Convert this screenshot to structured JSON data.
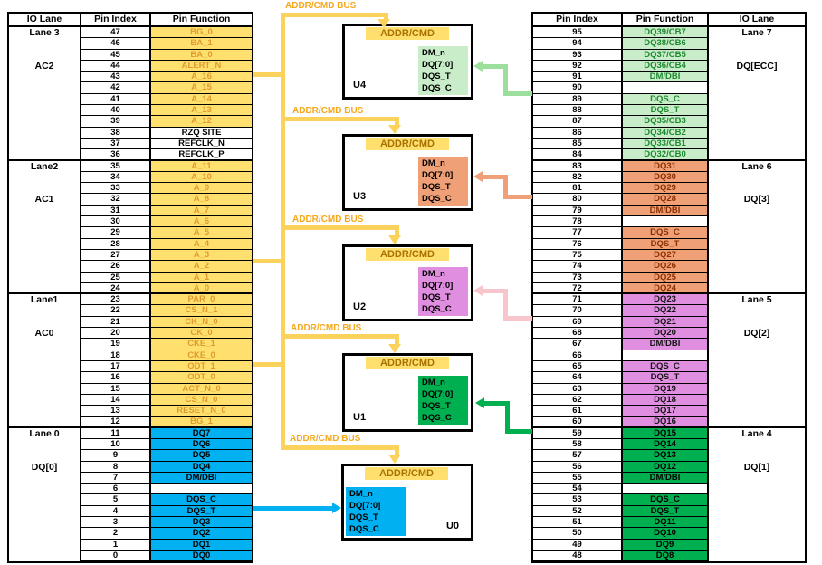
{
  "palette": {
    "addr_fill": "#ffe06e",
    "addr_text": "#de9c2e",
    "bus_line": "#fbd35c",
    "bus_text": "#f6a81c",
    "dq0": "#00b0f0",
    "ecc_fill": "#c8edc8",
    "ecc_text": "#1d8a31",
    "dq3_fill": "#f0a077",
    "dq3_text": "#8c3000",
    "dq2_fill": "#e08ee0",
    "dq1_fill": "#00b050",
    "lightgreen_arrow": "#9cde9c",
    "salmon_arrow": "#f0a077",
    "pink_arrow": "#f9c5cd",
    "green_arrow": "#00b050",
    "blue_arrow": "#00b0f0"
  },
  "bus": {
    "label": "ADDR/CMD BUS"
  },
  "chip_port_label": "ADDR/CMD",
  "left_table": {
    "headers": [
      "IO Lane",
      "Pin Index",
      "Pin Function"
    ],
    "sections": [
      {
        "lane": "Lane 3",
        "group": "AC2",
        "rows": [
          [
            "47",
            "BG_0",
            "addr"
          ],
          [
            "46",
            "BA_1",
            "addr"
          ],
          [
            "45",
            "BA_0",
            "addr"
          ],
          [
            "44",
            "ALERT_N",
            "addr"
          ],
          [
            "43",
            "A_16",
            "addr"
          ],
          [
            "42",
            "A_15",
            "addr"
          ],
          [
            "41",
            "A_14",
            "addr"
          ],
          [
            "40",
            "A_13",
            "addr"
          ],
          [
            "39",
            "A_12",
            "addr"
          ],
          [
            "38",
            "RZQ SITE",
            "plain"
          ],
          [
            "37",
            "REFCLK_N",
            "plain"
          ],
          [
            "36",
            "REFCLK_P",
            "plain"
          ]
        ]
      },
      {
        "lane": "Lane2",
        "group": "AC1",
        "rows": [
          [
            "35",
            "A_11",
            "addr"
          ],
          [
            "34",
            "A_10",
            "addr"
          ],
          [
            "33",
            "A_9",
            "addr"
          ],
          [
            "32",
            "A_8",
            "addr"
          ],
          [
            "31",
            "A_7",
            "addr"
          ],
          [
            "30",
            "A_6",
            "addr"
          ],
          [
            "29",
            "A_5",
            "addr"
          ],
          [
            "28",
            "A_4",
            "addr"
          ],
          [
            "27",
            "A_3",
            "addr"
          ],
          [
            "26",
            "A_2",
            "addr"
          ],
          [
            "25",
            "A_1",
            "addr"
          ],
          [
            "24",
            "A_0",
            "addr"
          ]
        ]
      },
      {
        "lane": "Lane1",
        "group": "AC0",
        "rows": [
          [
            "23",
            "PAR_0",
            "addr"
          ],
          [
            "22",
            "CS_N_1",
            "addr"
          ],
          [
            "21",
            "CK_N_0",
            "addr"
          ],
          [
            "20",
            "CK_0",
            "addr"
          ],
          [
            "19",
            "CKE_1",
            "addr"
          ],
          [
            "18",
            "CKE_0",
            "addr"
          ],
          [
            "17",
            "ODT_1",
            "addr"
          ],
          [
            "16",
            "ODT_0",
            "addr"
          ],
          [
            "15",
            "ACT_N_0",
            "addr"
          ],
          [
            "14",
            "CS_N_0",
            "addr"
          ],
          [
            "13",
            "RESET_N_0",
            "addr"
          ],
          [
            "12",
            "BG_1",
            "addr"
          ]
        ]
      },
      {
        "lane": "Lane 0",
        "group": "DQ[0]",
        "rows": [
          [
            "11",
            "DQ7",
            "dq0"
          ],
          [
            "10",
            "DQ6",
            "dq0"
          ],
          [
            "9",
            "DQ5",
            "dq0"
          ],
          [
            "8",
            "DQ4",
            "dq0"
          ],
          [
            "7",
            "DM/DBI",
            "dq0"
          ],
          [
            "6",
            "",
            "blank"
          ],
          [
            "5",
            "DQS_C",
            "dq0"
          ],
          [
            "4",
            "DQS_T",
            "dq0"
          ],
          [
            "3",
            "DQ3",
            "dq0"
          ],
          [
            "2",
            "DQ2",
            "dq0"
          ],
          [
            "1",
            "DQ1",
            "dq0"
          ],
          [
            "0",
            "DQ0",
            "dq0"
          ]
        ]
      }
    ]
  },
  "right_table": {
    "headers": [
      "Pin Index",
      "Pin Function",
      "IO Lane"
    ],
    "sections": [
      {
        "lane": "Lane 7",
        "group": "DQ[ECC]",
        "rows": [
          [
            "95",
            "DQ39/CB7",
            "ecc"
          ],
          [
            "94",
            "DQ38/CB6",
            "ecc"
          ],
          [
            "93",
            "DQ37/CB5",
            "ecc"
          ],
          [
            "92",
            "DQ36/CB4",
            "ecc"
          ],
          [
            "91",
            "DM/DBI",
            "ecc"
          ],
          [
            "90",
            "",
            "blank"
          ],
          [
            "89",
            "DQS_C",
            "ecc"
          ],
          [
            "88",
            "DQS_T",
            "ecc"
          ],
          [
            "87",
            "DQ35/CB3",
            "ecc"
          ],
          [
            "86",
            "DQ34/CB2",
            "ecc"
          ],
          [
            "85",
            "DQ33/CB1",
            "ecc"
          ],
          [
            "84",
            "DQ32/CB0",
            "ecc"
          ]
        ]
      },
      {
        "lane": "Lane 6",
        "group": "DQ[3]",
        "rows": [
          [
            "83",
            "DQ31",
            "dq3"
          ],
          [
            "82",
            "DQ30",
            "dq3"
          ],
          [
            "81",
            "DQ29",
            "dq3"
          ],
          [
            "80",
            "DQ28",
            "dq3"
          ],
          [
            "79",
            "DM/DBI",
            "dq3"
          ],
          [
            "78",
            "",
            "blank"
          ],
          [
            "77",
            "DQS_C",
            "dq3"
          ],
          [
            "76",
            "DQS_T",
            "dq3"
          ],
          [
            "75",
            "DQ27",
            "dq3"
          ],
          [
            "74",
            "DQ26",
            "dq3"
          ],
          [
            "73",
            "DQ25",
            "dq3"
          ],
          [
            "72",
            "DQ24",
            "dq3"
          ]
        ]
      },
      {
        "lane": "Lane 5",
        "group": "DQ[2]",
        "rows": [
          [
            "71",
            "DQ23",
            "dq2"
          ],
          [
            "70",
            "DQ22",
            "dq2"
          ],
          [
            "69",
            "DQ21",
            "dq2"
          ],
          [
            "68",
            "DQ20",
            "dq2"
          ],
          [
            "67",
            "DM/DBI",
            "dq2"
          ],
          [
            "66",
            "",
            "blank"
          ],
          [
            "65",
            "DQS_C",
            "dq2"
          ],
          [
            "64",
            "DQS_T",
            "dq2"
          ],
          [
            "63",
            "DQ19",
            "dq2"
          ],
          [
            "62",
            "DQ18",
            "dq2"
          ],
          [
            "61",
            "DQ17",
            "dq2"
          ],
          [
            "60",
            "DQ16",
            "dq2"
          ]
        ]
      },
      {
        "lane": "Lane 4",
        "group": "DQ[1]",
        "rows": [
          [
            "59",
            "DQ15",
            "dq1"
          ],
          [
            "58",
            "DQ14",
            "dq1"
          ],
          [
            "57",
            "DQ13",
            "dq1"
          ],
          [
            "56",
            "DQ12",
            "dq1"
          ],
          [
            "55",
            "DM/DBI",
            "dq1"
          ],
          [
            "54",
            "",
            "blank"
          ],
          [
            "53",
            "DQS_C",
            "dq1"
          ],
          [
            "52",
            "DQS_T",
            "dq1"
          ],
          [
            "51",
            "DQ11",
            "dq1"
          ],
          [
            "50",
            "DQ10",
            "dq1"
          ],
          [
            "49",
            "DQ9",
            "dq1"
          ],
          [
            "48",
            "DQ8",
            "dq1"
          ]
        ]
      }
    ]
  },
  "chips": [
    {
      "name": "U4",
      "dq_class": "ecc",
      "signals": [
        "DM_n",
        "DQ[7:0]",
        "DQS_T",
        "DQS_C"
      ]
    },
    {
      "name": "U3",
      "dq_class": "dq3",
      "signals": [
        "DM_n",
        "DQ[7:0]",
        "DQS_T",
        "DQS_C"
      ]
    },
    {
      "name": "U2",
      "dq_class": "dq2",
      "signals": [
        "DM_n",
        "DQ[7:0]",
        "DQS_T",
        "DQS_C"
      ]
    },
    {
      "name": "U1",
      "dq_class": "dq1",
      "signals": [
        "DM_n",
        "DQ[7:0]",
        "DQS_T",
        "DQS_C"
      ]
    },
    {
      "name": "U0",
      "dq_class": "dq0",
      "signals": [
        "DM_n",
        "DQ[7:0]",
        "DQS_T",
        "DQS_C"
      ]
    }
  ]
}
